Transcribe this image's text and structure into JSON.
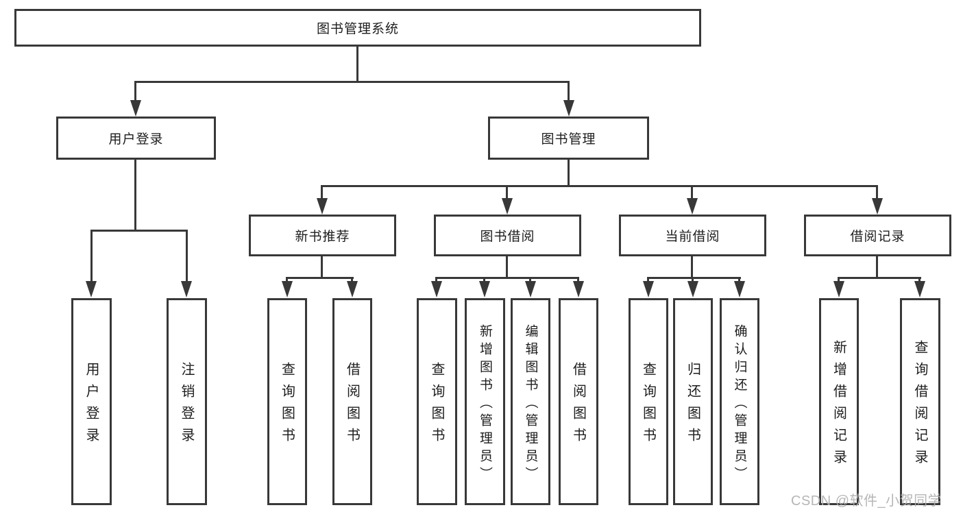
{
  "diagram": {
    "root": {
      "label": "图书管理系统"
    },
    "branches": [
      {
        "label": "用户登录",
        "children": [
          {
            "label": "用户登录"
          },
          {
            "label": "注销登录"
          }
        ]
      },
      {
        "label": "图书管理",
        "children": [
          {
            "label": "新书推荐",
            "children": [
              {
                "label": "查询图书"
              },
              {
                "label": "借阅图书"
              }
            ]
          },
          {
            "label": "图书借阅",
            "children": [
              {
                "label": "查询图书"
              },
              {
                "label": "新增图书（管理员）"
              },
              {
                "label": "编辑图书（管理员）"
              },
              {
                "label": "借阅图书"
              }
            ]
          },
          {
            "label": "当前借阅",
            "children": [
              {
                "label": "查询图书"
              },
              {
                "label": "归还图书"
              },
              {
                "label": "确认归还（管理员）"
              }
            ]
          },
          {
            "label": "借阅记录",
            "children": [
              {
                "label": "新增借阅记录"
              },
              {
                "label": "查询借阅记录"
              }
            ]
          }
        ]
      }
    ]
  },
  "watermark": {
    "text": "CSDN @软件_小贺同学"
  },
  "colors": {
    "line": "#383838",
    "text": "#1d1d1f",
    "watermark": "#b0b0b0",
    "background": "#ffffff"
  }
}
